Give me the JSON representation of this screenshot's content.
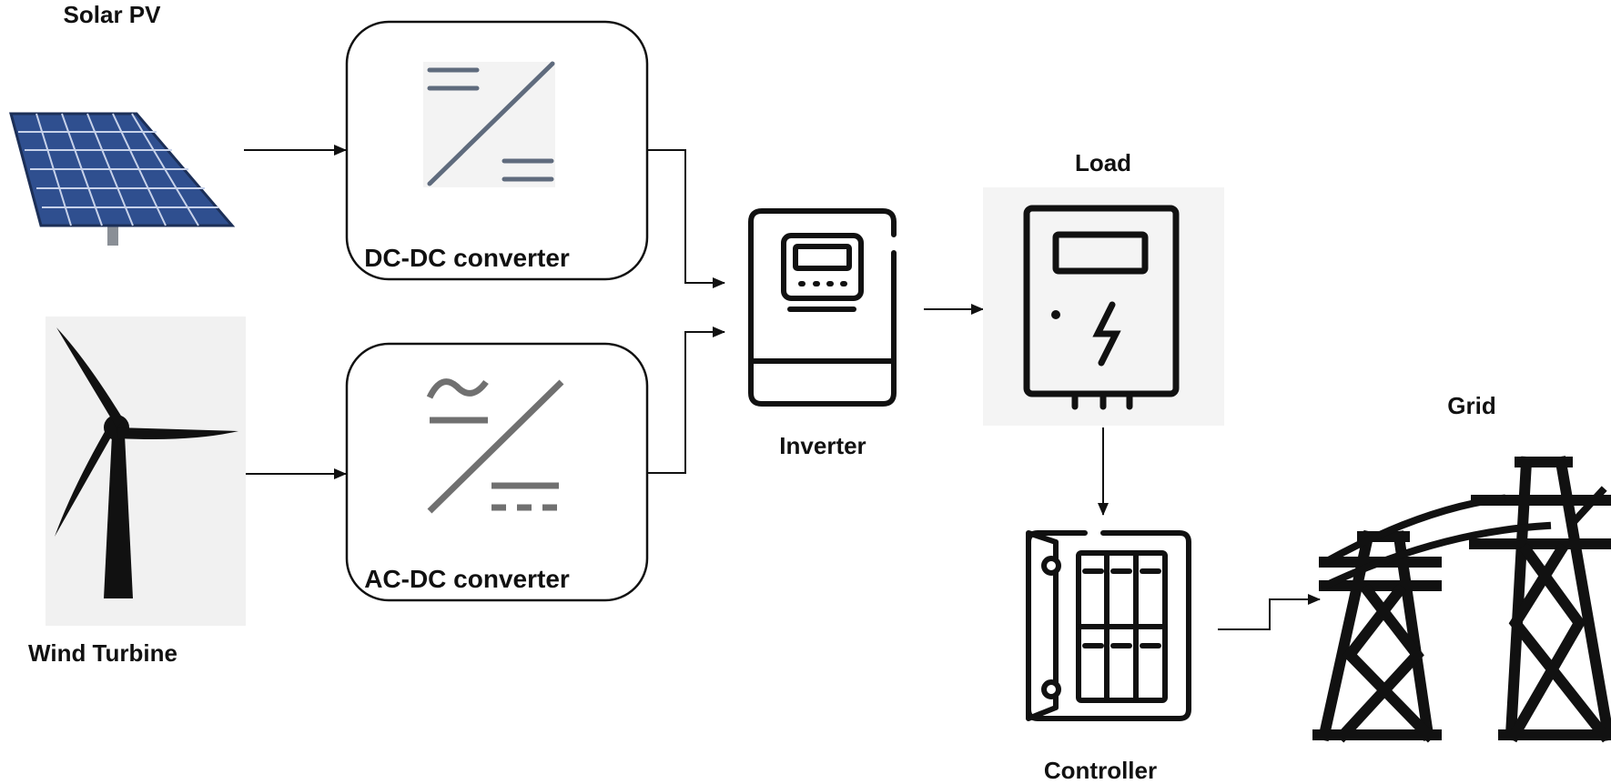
{
  "labels": {
    "solar": "Solar PV",
    "wind": "Wind Turbine",
    "dcdc": "DC-DC converter",
    "acdc": "AC-DC converter",
    "inverter": "Inverter",
    "load": "Load",
    "controller": "Controller",
    "grid": "Grid"
  },
  "colors": {
    "solar_panel": "#2f4f8f",
    "solar_grid": "#c7d2ea",
    "converter_symbol_dc": "#5f6b7d",
    "converter_symbol_ac": "#707070",
    "line": "#111111",
    "load_bg": "#f4f4f4",
    "wind_bg": "#f1f1f1"
  }
}
